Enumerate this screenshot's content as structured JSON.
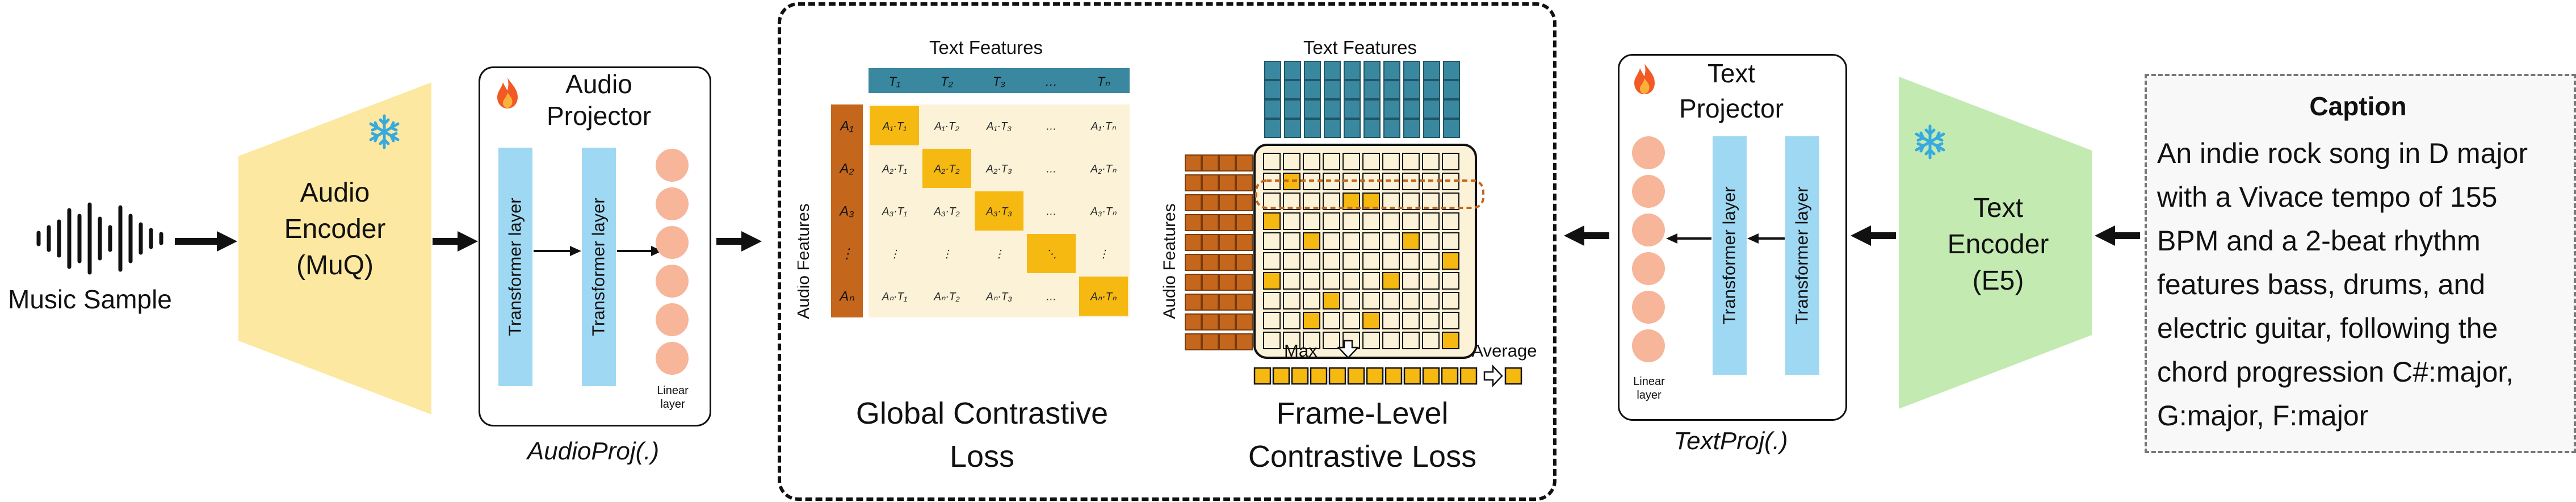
{
  "music_sample": {
    "label": "Music Sample"
  },
  "audio_encoder": {
    "line1": "Audio",
    "line2": "Encoder",
    "line3": "(MuQ)"
  },
  "audio_projector": {
    "title_line1": "Audio",
    "title_line2": "Projector",
    "layer1": "Transformer layer",
    "layer2": "Transformer layer",
    "linear_line1": "Linear",
    "linear_line2": "layer",
    "func": "AudioProj(.)"
  },
  "global": {
    "text_features": "Text Features",
    "audio_features": "Audio Features",
    "t_labels": [
      "T₁",
      "T₂",
      "T₃",
      "…",
      "Tₙ"
    ],
    "a_labels": [
      "A₁",
      "A₂",
      "A₃",
      "⋮",
      "Aₙ"
    ],
    "rows": [
      [
        "A₁·T₁",
        "A₁·T₂",
        "A₁·T₃",
        "…",
        "A₁·Tₙ"
      ],
      [
        "A₂·T₁",
        "A₂·T₂",
        "A₂·T₃",
        "…",
        "A₂·Tₙ"
      ],
      [
        "A₃·T₁",
        "A₃·T₂",
        "A₃·T₃",
        "…",
        "A₃·Tₙ"
      ],
      [
        "⋮",
        "⋮",
        "⋮",
        "⋱",
        "⋮"
      ],
      [
        "Aₙ·T₁",
        "Aₙ·T₂",
        "Aₙ·T₃",
        "…",
        "Aₙ·Tₙ"
      ]
    ],
    "label_line1": "Global Contrastive",
    "label_line2": "Loss"
  },
  "frame": {
    "text_features": "Text Features",
    "audio_features": "Audio Features",
    "max_label": "Max",
    "average_label": "Average",
    "label_line1": "Frame-Level",
    "label_line2": "Contrastive Loss"
  },
  "text_projector": {
    "title_line1": "Text",
    "title_line2": "Projector",
    "layer1": "Transformer layer",
    "layer2": "Transformer layer",
    "linear_line1": "Linear",
    "linear_line2": "layer",
    "func": "TextProj(.)"
  },
  "text_encoder": {
    "line1": "Text",
    "line2": "Encoder",
    "line3": "(E5)"
  },
  "caption": {
    "title": "Caption",
    "lines": [
      "An indie rock song in D major",
      "with a Vivace tempo of 155",
      "BPM and a 2-beat rhythm",
      "features bass, drums, and",
      "electric guitar, following the",
      "chord progression C#:major,",
      "G:major, F:major"
    ]
  },
  "icons": {
    "fire": "fire-icon",
    "snowflake": "snowflake-icon",
    "waveform": "waveform-icon",
    "arrow": "arrow-icon"
  },
  "colors": {
    "audio_encoder": "#fce8a0",
    "text_encoder": "#c3eab1",
    "transformer": "#9fd8f3",
    "circle": "#f7b59a",
    "text_feature": "#3a87a0",
    "audio_feature": "#c4661c",
    "highlight": "#f5b912",
    "cell": "#fbf2d8",
    "snow": "#36a9e0"
  }
}
